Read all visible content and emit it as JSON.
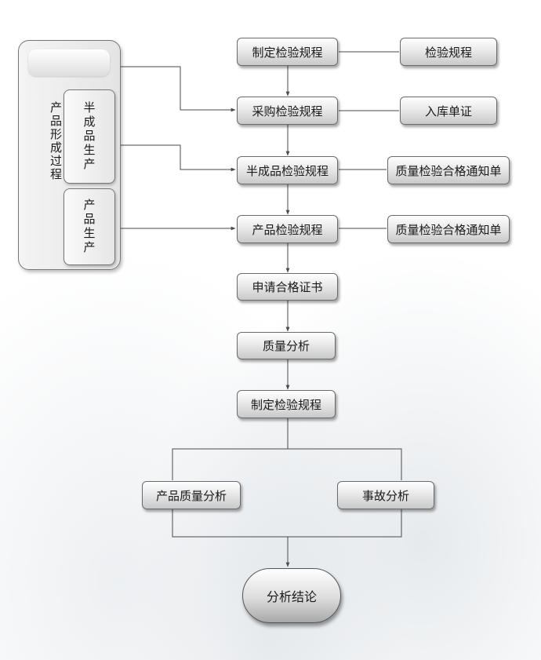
{
  "left_panel": {
    "title": "产品形成过程",
    "stage1": "半成品生产",
    "stage2": "产品生产"
  },
  "flow": {
    "step1": "制定检验规程",
    "step2": "采购检验规程",
    "step3": "半成品检验规程",
    "step4": "产品检验规程",
    "step5": "申请合格证书",
    "step6": "质量分析",
    "step7": "制定检验规程",
    "branch_left": "产品质量分析",
    "branch_right": "事故分析",
    "conclusion": "分析结论"
  },
  "outputs": {
    "out1": "检验规程",
    "out2": "入库单证",
    "out3": "质量检验合格通知单",
    "out4": "质量检验合格通知单"
  },
  "colors": {
    "line": "#4a4a4a",
    "box_border": "#6b6b6b"
  }
}
